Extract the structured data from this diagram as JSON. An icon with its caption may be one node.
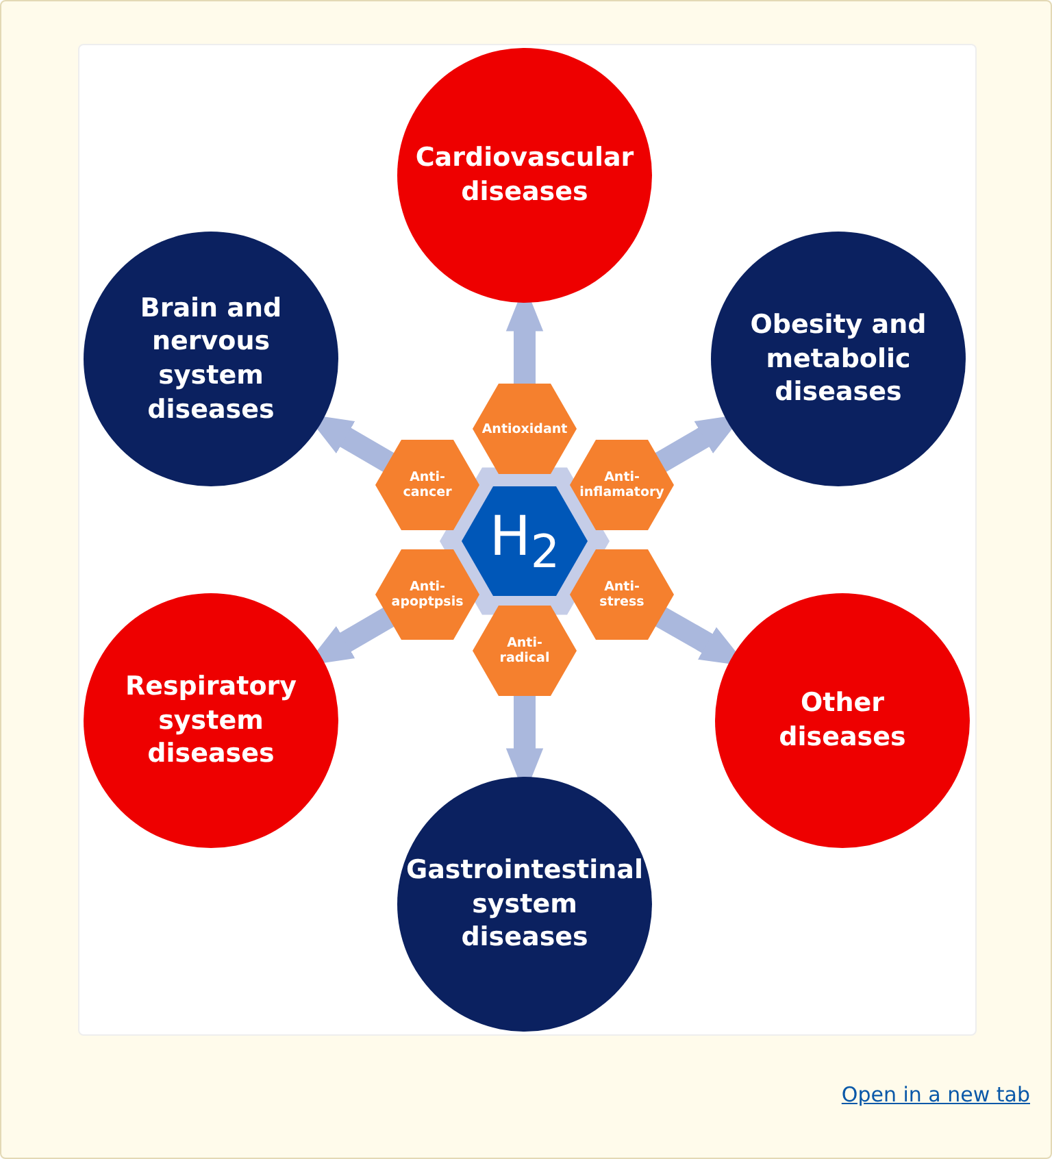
{
  "diagram": {
    "nodes": [
      {
        "text": [
          "Cardiovascular diseases"
        ]
      },
      {
        "text": [
          "Brain and nervous system diseases"
        ]
      },
      {
        "text": [
          "Obesity and metabolic diseases"
        ]
      },
      {
        "text": [
          "H$_{2}$"
        ]
      },
      {
        "text": [
          "Antioxidant"
        ]
      },
      {
        "text": [
          "Anti-cancer"
        ]
      },
      {
        "text": [
          "Anti-inflamatory"
        ]
      },
      {
        "text": [
          "Anti-apoptpsis"
        ]
      },
      {
        "text": [
          "Anti-stress"
        ]
      },
      {
        "text": [
          "Anti-radical"
        ]
      },
      {
        "text": [
          "Respiratory system diseases"
        ]
      },
      {
        "text": [
          "Other diseases"
        ]
      },
      {
        "text": [
          "Gastrointestinal system diseases"
        ]
      }
    ],
    "edges": [
      {
        "from": 4,
        "to": 0,
        "arrow": "to"
      },
      {
        "from": 5,
        "to": 1,
        "arrow": "to"
      },
      {
        "from": 6,
        "to": 2,
        "arrow": "to"
      },
      {
        "from": 7,
        "to": 10,
        "arrow": "to"
      },
      {
        "from": 8,
        "to": 11,
        "arrow": "to"
      },
      {
        "from": 9,
        "to": 12,
        "arrow": "to"
      }
    ],
    "labels": [
      "Open in a new tab"
    ]
  }
}
